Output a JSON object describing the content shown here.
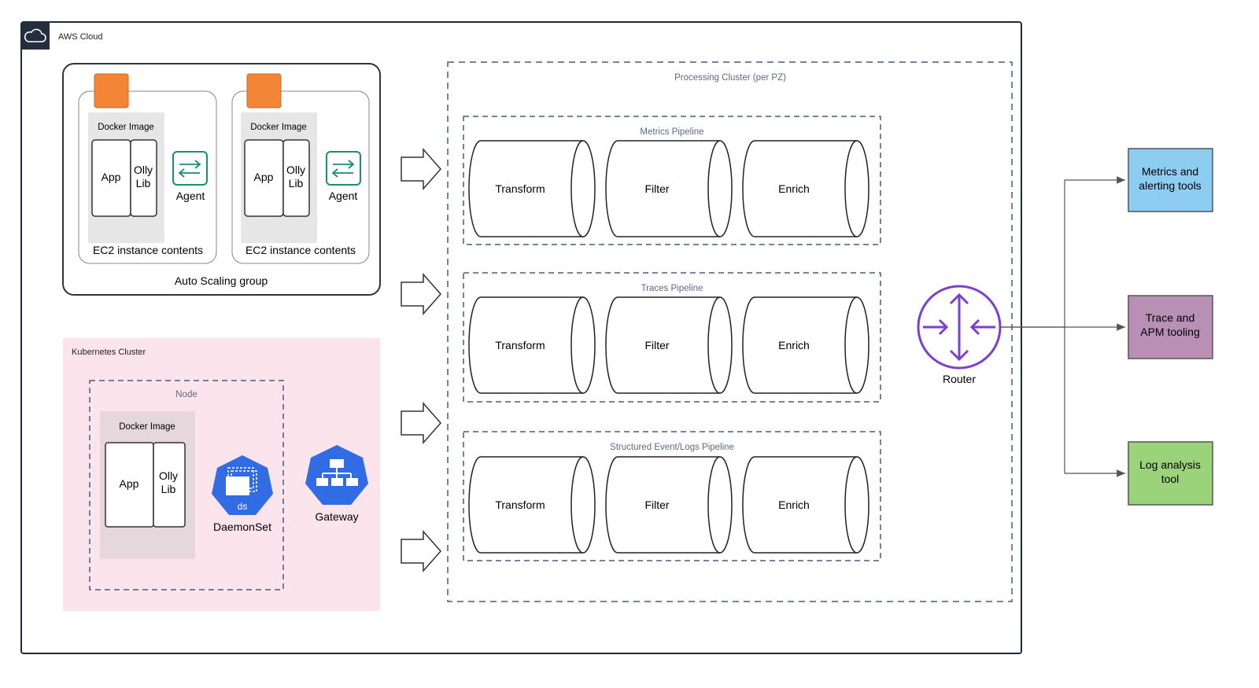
{
  "aws": {
    "title": "AWS Cloud",
    "icon": "cloud-icon"
  },
  "asg": {
    "label": "Auto Scaling group",
    "instances": [
      {
        "docker_label": "Docker Image",
        "app_label": "App",
        "olly_label_line1": "Olly",
        "olly_label_line2": "Lib",
        "agent_label": "Agent",
        "contents_label": "EC2 instance contents"
      },
      {
        "docker_label": "Docker Image",
        "app_label": "App",
        "olly_label_line1": "Olly",
        "olly_label_line2": "Lib",
        "agent_label": "Agent",
        "contents_label": "EC2 instance contents"
      }
    ]
  },
  "k8s": {
    "title": "Kubernetes Cluster",
    "node_label": "Node",
    "docker_label": "Docker Image",
    "app_label": "App",
    "olly_label_line1": "Olly",
    "olly_label_line2": "Lib",
    "daemonset_badge": "ds",
    "daemonset_label": "DaemonSet",
    "gateway_label": "Gateway"
  },
  "processing": {
    "title": "Processing Cluster (per PZ)",
    "pipelines": [
      {
        "name": "Metrics Pipeline",
        "stages": [
          "Transform",
          "Filter",
          "Enrich"
        ]
      },
      {
        "name": "Traces Pipeline",
        "stages": [
          "Transform",
          "Filter",
          "Enrich"
        ]
      },
      {
        "name": "Structured Event/Logs Pipeline",
        "stages": [
          "Transform",
          "Filter",
          "Enrich"
        ]
      }
    ]
  },
  "router": {
    "label": "Router"
  },
  "destinations": [
    {
      "line1": "Metrics and",
      "line2": "alerting tools"
    },
    {
      "line1": "Trace and",
      "line2": "APM tooling"
    },
    {
      "line1": "Log analysis",
      "line2": "tool"
    }
  ],
  "colors": {
    "orange": "#f58536",
    "agent_green": "#1a8f6a",
    "pink_bg": "#fce4ec",
    "router_purple": "#7b3fd1",
    "k8s_blue": "#326ce5",
    "dest_blue": "#8ecdf2",
    "dest_purple": "#b88fb5",
    "dest_green": "#9bd37a",
    "dashed_blue": "#4a5b7b"
  }
}
